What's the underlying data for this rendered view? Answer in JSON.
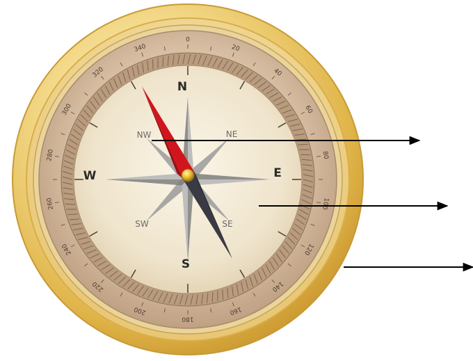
{
  "compass": {
    "cardinals": {
      "n": "N",
      "e": "E",
      "s": "S",
      "w": "W"
    },
    "intercardinals": {
      "nw": "NW",
      "ne": "NE",
      "se": "SE",
      "sw": "SW"
    },
    "degree_labels": [
      "0",
      "20",
      "40",
      "60",
      "80",
      "100",
      "120",
      "140",
      "160",
      "180",
      "200",
      "220",
      "240",
      "260",
      "280",
      "300",
      "320",
      "340"
    ],
    "needle_north_color": "#d0161c",
    "needle_south_color": "#3a3a44",
    "bezel_color": "#e9c35a"
  },
  "arrows": [
    {
      "id": "arrow-1",
      "direction": "right"
    },
    {
      "id": "arrow-2",
      "direction": "right"
    },
    {
      "id": "arrow-3",
      "direction": "right"
    }
  ]
}
